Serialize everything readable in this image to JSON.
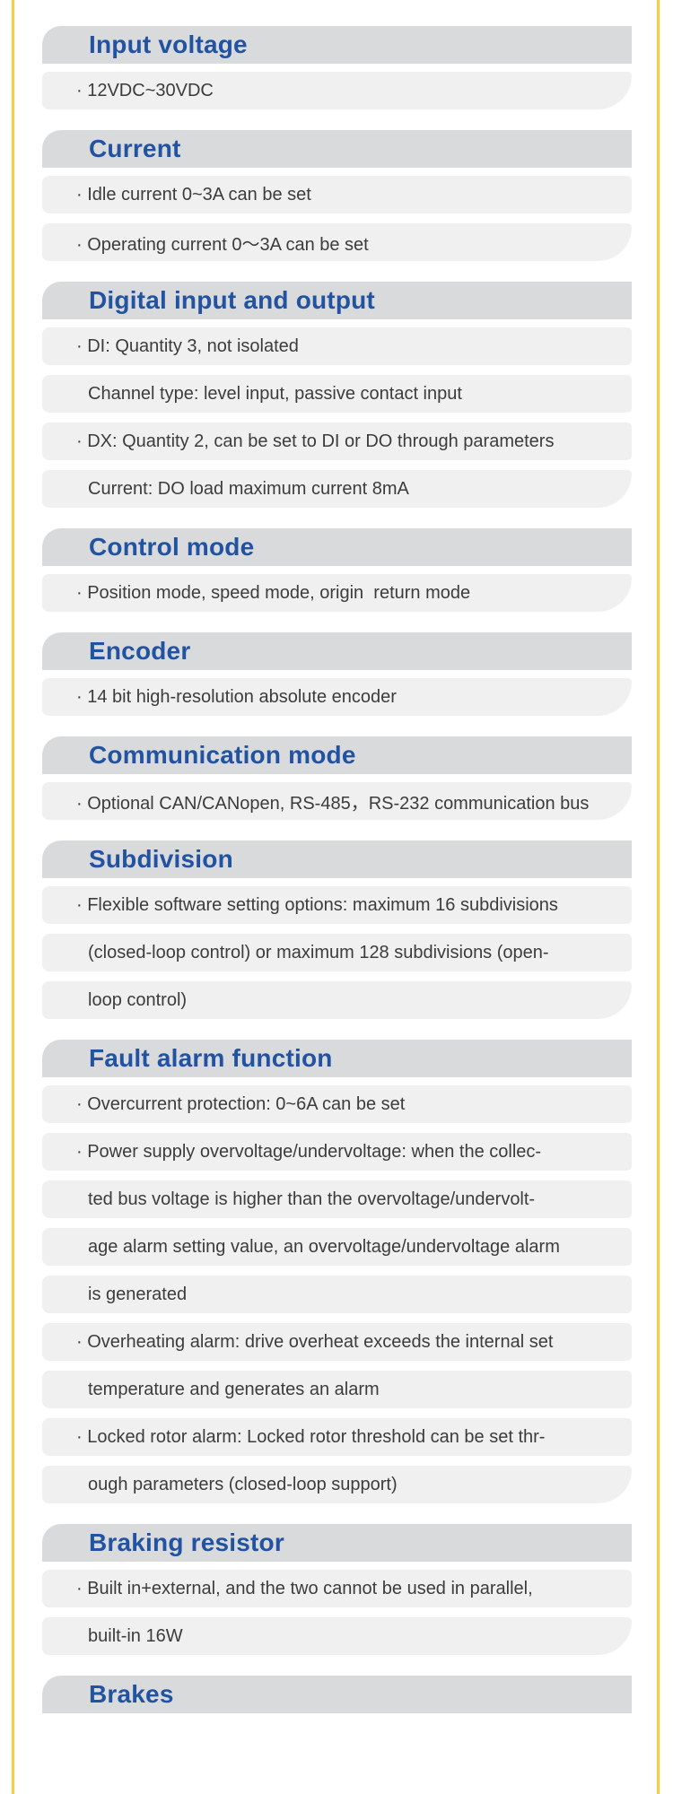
{
  "page": {
    "accent_blue": "#2253a2",
    "border_yellow": "#f5cd3a",
    "header_bg": "#d9dadb",
    "row_bg": "#f0f0f0",
    "text_color": "#3c3c3c"
  },
  "sections": [
    {
      "title": "Input voltage",
      "rows": [
        {
          "text": "· 12VDC~30VDC",
          "indent": false
        }
      ]
    },
    {
      "title": "Current",
      "rows": [
        {
          "text": "· Idle current 0~3A can be set",
          "indent": false
        },
        {
          "text": "· Operating current 0～3A can be set",
          "indent": false
        }
      ]
    },
    {
      "title": "Digital input and output",
      "rows": [
        {
          "text": "· DI: Quantity 3, not isolated",
          "indent": false
        },
        {
          "text": "Channel type: level input, passive contact input",
          "indent": true
        },
        {
          "text": "· DX: Quantity 2, can be set to DI or DO through parameters",
          "indent": false
        },
        {
          "text": "Current: DO load maximum current 8mA",
          "indent": true
        }
      ]
    },
    {
      "title": "Control mode",
      "rows": [
        {
          "text": "· Position mode, speed mode, origin  return mode",
          "indent": false
        }
      ]
    },
    {
      "title": "Encoder",
      "rows": [
        {
          "text": "· 14 bit high-resolution absolute encoder",
          "indent": false
        }
      ]
    },
    {
      "title": "Communication mode",
      "rows": [
        {
          "text": "· Optional CAN/CANopen, RS-485，RS-232 communication bus",
          "indent": false
        }
      ]
    },
    {
      "title": "Subdivision",
      "rows": [
        {
          "text": "· Flexible software setting options: maximum 16 subdivisions",
          "indent": false
        },
        {
          "text": "(closed-loop control) or maximum 128 subdivisions (open-",
          "indent": true
        },
        {
          "text": "loop control)",
          "indent": true
        }
      ]
    },
    {
      "title": "Fault alarm function",
      "rows": [
        {
          "text": "· Overcurrent protection: 0~6A can be set",
          "indent": false
        },
        {
          "text": "· Power supply overvoltage/undervoltage: when the collec-",
          "indent": false
        },
        {
          "text": "ted bus voltage is higher than the overvoltage/undervolt-",
          "indent": true
        },
        {
          "text": "age alarm setting value, an overvoltage/undervoltage alarm",
          "indent": true
        },
        {
          "text": "is generated",
          "indent": true
        },
        {
          "text": "· Overheating alarm: drive overheat exceeds the internal set",
          "indent": false
        },
        {
          "text": "temperature and generates an alarm",
          "indent": true
        },
        {
          "text": "· Locked rotor alarm: Locked rotor threshold can be set thr-",
          "indent": false
        },
        {
          "text": "ough parameters (closed-loop support)",
          "indent": true
        }
      ]
    },
    {
      "title": "Braking resistor",
      "rows": [
        {
          "text": "· Built in+external, and the two cannot be used in parallel,",
          "indent": false
        },
        {
          "text": "built-in 16W",
          "indent": true
        }
      ]
    },
    {
      "title": "Brakes",
      "rows": []
    }
  ]
}
